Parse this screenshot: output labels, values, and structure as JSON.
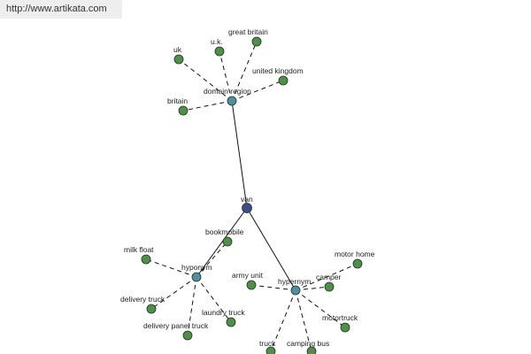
{
  "header": {
    "url": "http://www.artikata.com"
  },
  "colors": {
    "root": "#3f4c8c",
    "relation": "#4f8fa0",
    "leaf": "#4e9048"
  },
  "graph": {
    "nodes": [
      {
        "id": "van",
        "label": "van",
        "kind": "root"
      },
      {
        "id": "domain_region",
        "label": "domain region",
        "kind": "relation"
      },
      {
        "id": "hyponym",
        "label": "hyponym",
        "kind": "relation"
      },
      {
        "id": "hypernym",
        "label": "hypernym",
        "kind": "relation"
      },
      {
        "id": "uk",
        "label": "uk",
        "kind": "leaf"
      },
      {
        "id": "u_k",
        "label": "u.k.",
        "kind": "leaf"
      },
      {
        "id": "great_britain",
        "label": "great britain",
        "kind": "leaf"
      },
      {
        "id": "united_kingdom",
        "label": "united kingdom",
        "kind": "leaf"
      },
      {
        "id": "britain",
        "label": "britain",
        "kind": "leaf"
      },
      {
        "id": "bookmobile",
        "label": "bookmobile",
        "kind": "leaf"
      },
      {
        "id": "milk_float",
        "label": "milk float",
        "kind": "leaf"
      },
      {
        "id": "delivery_truck",
        "label": "delivery truck",
        "kind": "leaf"
      },
      {
        "id": "delivery_panel_truck",
        "label": "delivery panel truck",
        "kind": "leaf"
      },
      {
        "id": "laundry_truck",
        "label": "laundry truck",
        "kind": "leaf"
      },
      {
        "id": "army_unit",
        "label": "army unit",
        "kind": "leaf"
      },
      {
        "id": "motor_home",
        "label": "motor home",
        "kind": "leaf"
      },
      {
        "id": "camper",
        "label": "camper",
        "kind": "leaf"
      },
      {
        "id": "motortruck",
        "label": "motortruck",
        "kind": "leaf"
      },
      {
        "id": "truck",
        "label": "truck",
        "kind": "leaf"
      },
      {
        "id": "camping_bus",
        "label": "camping bus",
        "kind": "leaf"
      }
    ],
    "edges": [
      {
        "from": "van",
        "to": "domain_region",
        "style": "solid"
      },
      {
        "from": "van",
        "to": "hyponym",
        "style": "solid"
      },
      {
        "from": "van",
        "to": "hypernym",
        "style": "solid"
      },
      {
        "from": "domain_region",
        "to": "uk",
        "style": "dashed"
      },
      {
        "from": "domain_region",
        "to": "u_k",
        "style": "dashed"
      },
      {
        "from": "domain_region",
        "to": "great_britain",
        "style": "dashed"
      },
      {
        "from": "domain_region",
        "to": "united_kingdom",
        "style": "dashed"
      },
      {
        "from": "domain_region",
        "to": "britain",
        "style": "dashed"
      },
      {
        "from": "hyponym",
        "to": "bookmobile",
        "style": "dashed"
      },
      {
        "from": "hyponym",
        "to": "milk_float",
        "style": "dashed"
      },
      {
        "from": "hyponym",
        "to": "delivery_truck",
        "style": "dashed"
      },
      {
        "from": "hyponym",
        "to": "delivery_panel_truck",
        "style": "dashed"
      },
      {
        "from": "hyponym",
        "to": "laundry_truck",
        "style": "dashed"
      },
      {
        "from": "hypernym",
        "to": "army_unit",
        "style": "dashed"
      },
      {
        "from": "hypernym",
        "to": "motor_home",
        "style": "dashed"
      },
      {
        "from": "hypernym",
        "to": "camper",
        "style": "dashed"
      },
      {
        "from": "hypernym",
        "to": "motortruck",
        "style": "dashed"
      },
      {
        "from": "hypernym",
        "to": "truck",
        "style": "dashed"
      },
      {
        "from": "hypernym",
        "to": "camping_bus",
        "style": "dashed"
      }
    ]
  }
}
